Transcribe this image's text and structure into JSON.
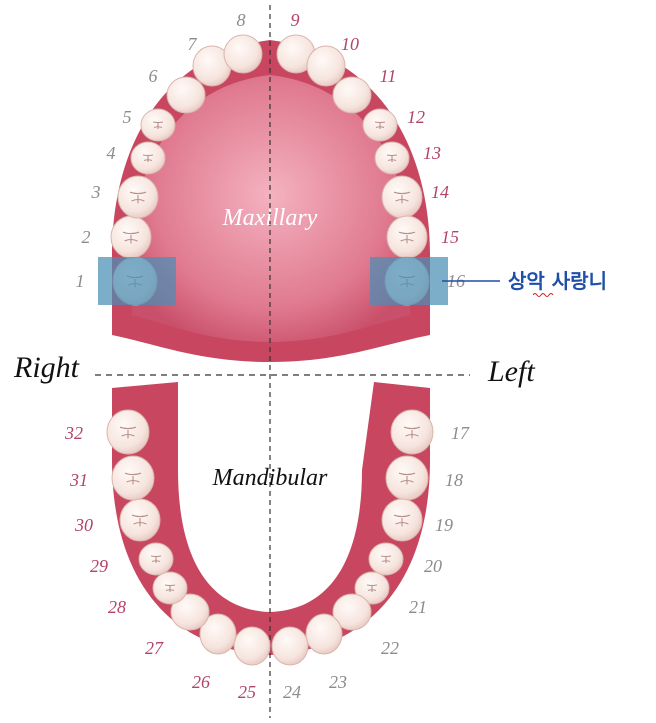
{
  "labels": {
    "maxillary": "Maxillary",
    "mandibular": "Mandibular",
    "right": "Right",
    "left": "Left",
    "callout": "상악 사랑니"
  },
  "upper_teeth": [
    {
      "n": "1",
      "type": "molar"
    },
    {
      "n": "2",
      "type": "molar"
    },
    {
      "n": "3",
      "type": "molar"
    },
    {
      "n": "4",
      "type": "premolar"
    },
    {
      "n": "5",
      "type": "premolar"
    },
    {
      "n": "6",
      "type": "canine"
    },
    {
      "n": "7",
      "type": "incisor"
    },
    {
      "n": "8",
      "type": "incisor"
    },
    {
      "n": "9",
      "type": "incisor"
    },
    {
      "n": "10",
      "type": "incisor"
    },
    {
      "n": "11",
      "type": "canine"
    },
    {
      "n": "12",
      "type": "premolar"
    },
    {
      "n": "13",
      "type": "premolar"
    },
    {
      "n": "14",
      "type": "molar"
    },
    {
      "n": "15",
      "type": "molar"
    },
    {
      "n": "16",
      "type": "molar"
    }
  ],
  "lower_teeth": [
    {
      "n": "17",
      "type": "molar"
    },
    {
      "n": "18",
      "type": "molar"
    },
    {
      "n": "19",
      "type": "molar"
    },
    {
      "n": "20",
      "type": "premolar"
    },
    {
      "n": "21",
      "type": "premolar"
    },
    {
      "n": "22",
      "type": "canine"
    },
    {
      "n": "23",
      "type": "incisor"
    },
    {
      "n": "24",
      "type": "incisor"
    },
    {
      "n": "25",
      "type": "incisor"
    },
    {
      "n": "26",
      "type": "incisor"
    },
    {
      "n": "27",
      "type": "canine"
    },
    {
      "n": "28",
      "type": "premolar"
    },
    {
      "n": "29",
      "type": "premolar"
    },
    {
      "n": "30",
      "type": "molar"
    },
    {
      "n": "31",
      "type": "molar"
    },
    {
      "n": "32",
      "type": "molar"
    }
  ],
  "highlighted_teeth": [
    "1",
    "16"
  ],
  "colors": {
    "gum": "#c94a64",
    "palate": "#d96a80",
    "tooth": "#f7e7e2",
    "number_gray": "#8c8c8c",
    "number_pink": "#b24465",
    "highlight": "#4a8fb5",
    "callout_text": "#1f4fa8"
  }
}
